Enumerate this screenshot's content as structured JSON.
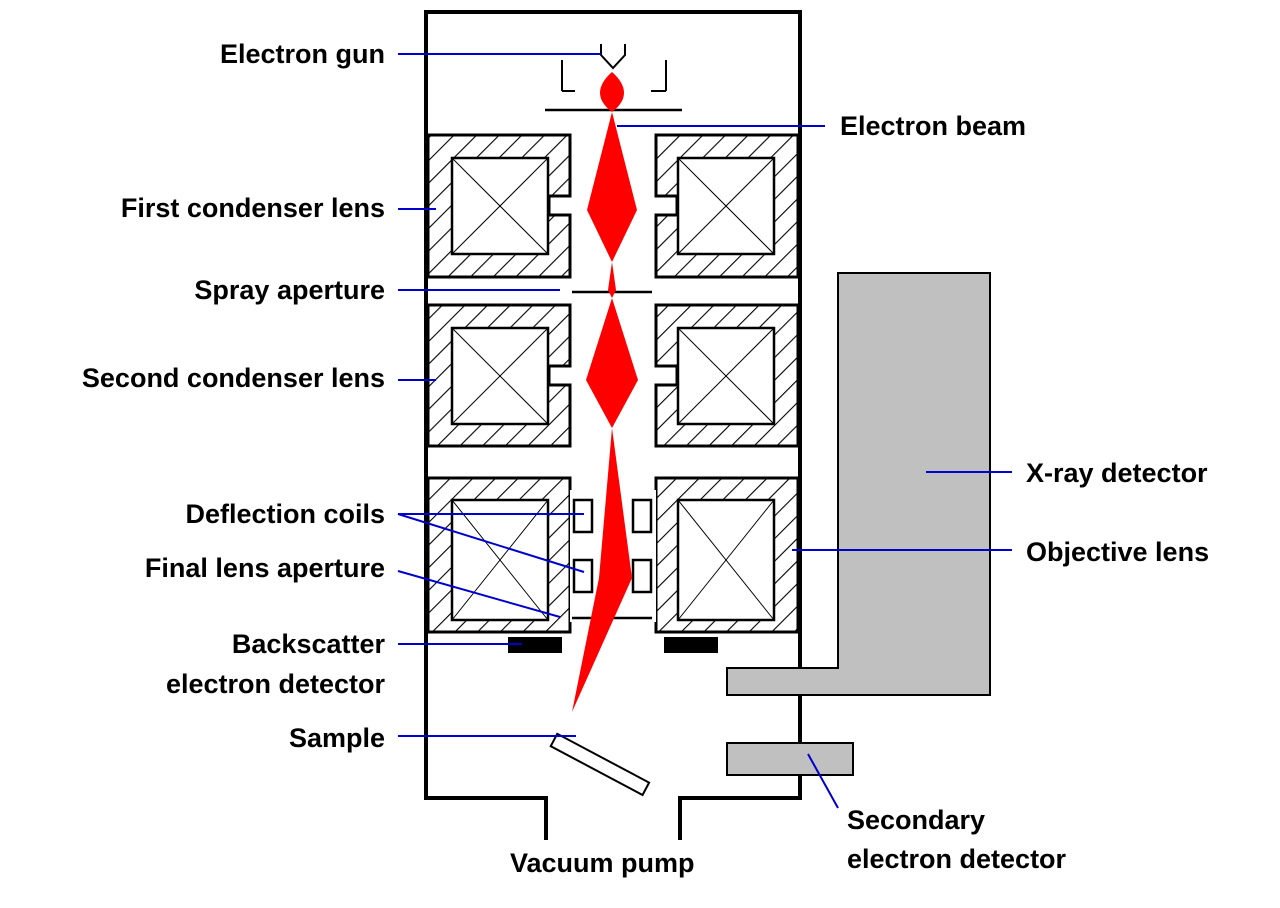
{
  "labels": {
    "electron_gun": "Electron gun",
    "electron_beam": "Electron beam",
    "first_condenser_lens": "First condenser lens",
    "spray_aperture": "Spray aperture",
    "second_condenser_lens": "Second condenser lens",
    "deflection_coils": "Deflection coils",
    "final_lens_aperture": "Final lens aperture",
    "backscatter_line1": "Backscatter",
    "backscatter_line2": "electron detector",
    "sample": "Sample",
    "xray_detector": "X-ray detector",
    "objective_lens": "Objective lens",
    "secondary_line1": "Secondary",
    "secondary_line2": "electron detector",
    "vacuum_pump": "Vacuum pump"
  },
  "colors": {
    "beam": "#ff0000",
    "leader_line": "#0000cc",
    "detector_fill": "#c0c0c0",
    "outline": "#000000"
  }
}
